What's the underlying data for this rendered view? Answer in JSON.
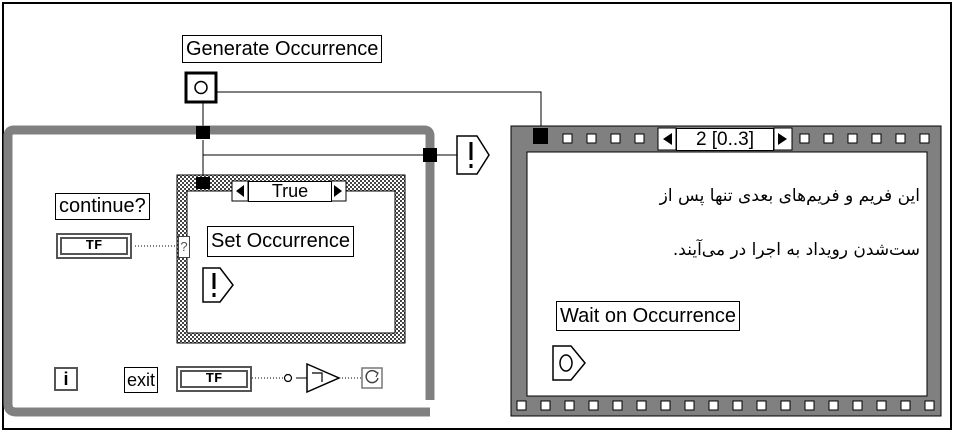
{
  "labels": {
    "generate_occurrence": "Generate Occurrence",
    "continue": "continue?",
    "set_occurrence": "Set Occurrence",
    "wait_on_occurrence": "Wait on Occurrence",
    "exit": "exit",
    "case_value": "True",
    "sequence_frame": "2 [0..3]",
    "tf_control": "TF",
    "tf_exit": "TF",
    "iteration": "i",
    "unwired_terminal": "?"
  },
  "comment": {
    "line1": "این فریم و فریم‌های بعدی تنها پس از",
    "line2": "ست‌شدن رویداد به اجرا در می‌آیند."
  },
  "colors": {
    "loop_border": "#808080",
    "wire": "#000000",
    "sequence_fill": "#808080",
    "case_pattern": "#606060"
  }
}
